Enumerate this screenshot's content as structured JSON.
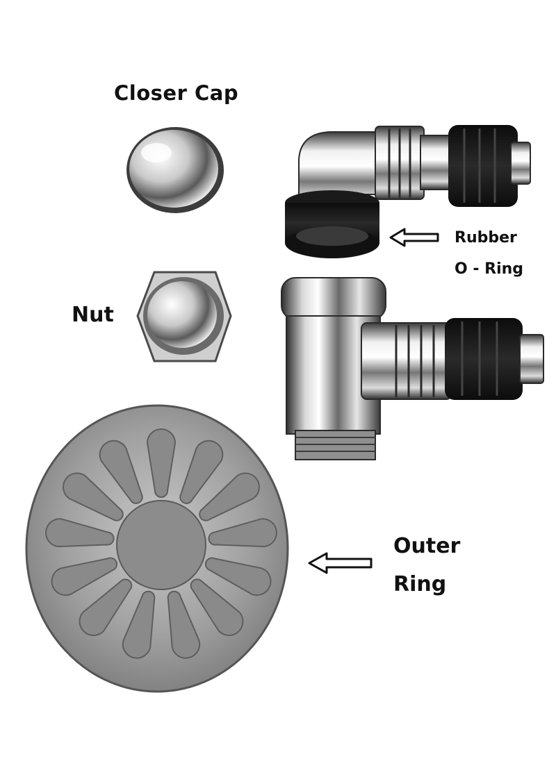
{
  "labels": {
    "closer_cap": "Closer  Cap",
    "nut": "Nut",
    "rubber": "Rubber",
    "o_ring": "O  -  Ring",
    "outer": "Outer",
    "ring": "Ring"
  },
  "colors": {
    "chrome_dark": "#3a3a3a",
    "chrome_mid": "#9a9a9a",
    "chrome_light": "#f2f2f2",
    "rubber_black": "#141414",
    "plate_grey": "#8e8e8e",
    "plate_slot": "#6f6f6f"
  }
}
